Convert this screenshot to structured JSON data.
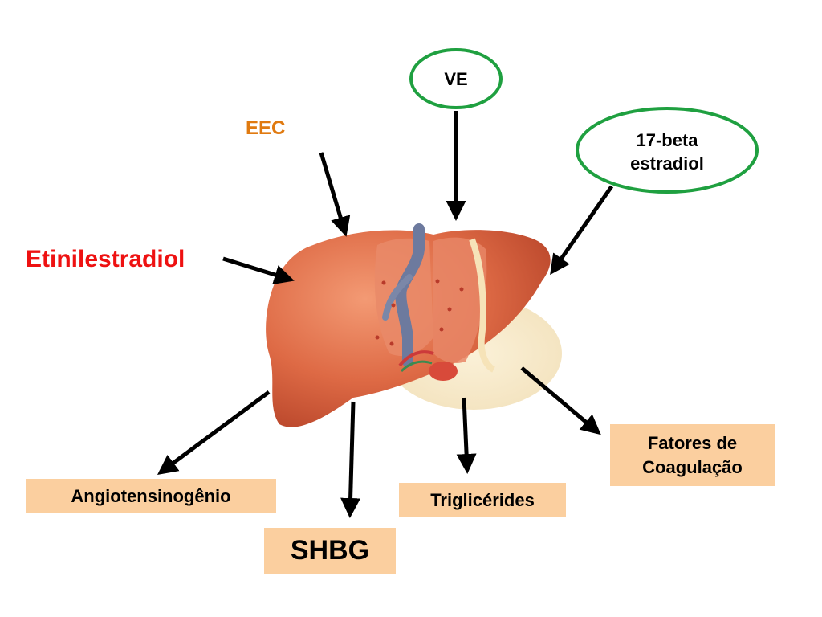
{
  "inputs": {
    "ve": "VE",
    "estradiol_line1": "17-beta",
    "estradiol_line2": "estradiol",
    "eec": "EEC",
    "etinilestradiol": "Etinilestradiol"
  },
  "outputs": {
    "angiotensinogenio": "Angiotensinogênio",
    "shbg": "SHBG",
    "triglicerides": "Triglicérides",
    "fatores_line1": "Fatores de",
    "fatores_line2": "Coagulação"
  },
  "colors": {
    "oval_border": "#1fa040",
    "eec_text": "#e07a10",
    "etinilestradiol_text": "#ee1111",
    "box_fill": "#fbcf9f",
    "arrow": "#000000",
    "liver": "#d9623c"
  },
  "icons": {
    "organ": "liver-icon"
  }
}
